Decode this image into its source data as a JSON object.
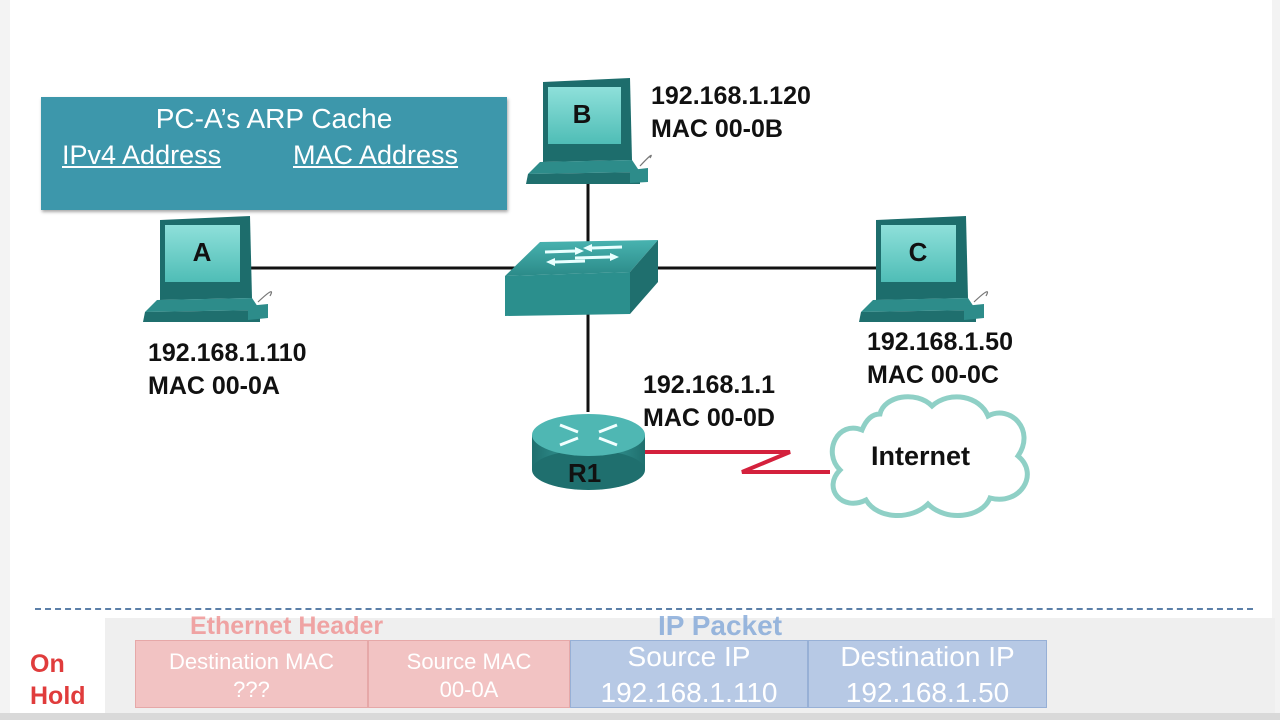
{
  "arp_cache": {
    "title": "PC-A’s ARP Cache",
    "col_ipv4": "IPv4 Address",
    "col_mac": "MAC Address"
  },
  "hosts": {
    "a": {
      "letter": "A",
      "ip": "192.168.1.110",
      "mac": "MAC 00-0A"
    },
    "b": {
      "letter": "B",
      "ip": "192.168.1.120",
      "mac": "MAC 00-0B"
    },
    "c": {
      "letter": "C",
      "ip": "192.168.1.50",
      "mac": "MAC 00-0C"
    }
  },
  "router": {
    "name": "R1",
    "ip": "192.168.1.1",
    "mac": "MAC 00-0D"
  },
  "cloud": {
    "label": "Internet"
  },
  "frame": {
    "status": [
      "On",
      "Hold"
    ],
    "ethernet_header_label": "Ethernet Header",
    "ip_packet_label": "IP Packet",
    "fields": [
      {
        "name": "Destination MAC",
        "value": "???"
      },
      {
        "name": "Source MAC",
        "value": "00-0A"
      },
      {
        "name": "Source IP",
        "value": "192.168.1.110"
      },
      {
        "name": "Destination IP",
        "value": "192.168.1.50"
      }
    ]
  },
  "colors": {
    "device_teal": "#2e8f8f",
    "arp_box": "#3d97ab",
    "wan_link": "#d4213d",
    "on_hold": "#e03c3c"
  }
}
